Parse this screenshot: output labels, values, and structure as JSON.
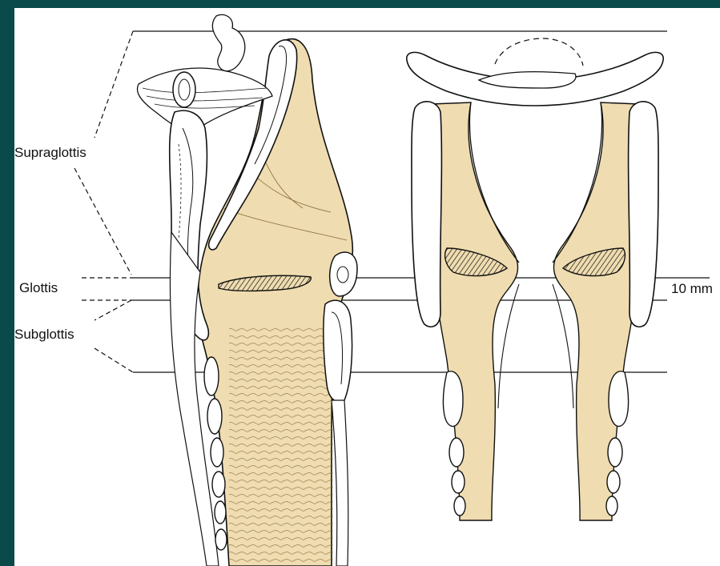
{
  "colors": {
    "frame": "#0a4a4a",
    "tissue": "#efdcb0",
    "line": "#111111",
    "background": "#ffffff"
  },
  "labels": {
    "supraglottis": "Supraglottis",
    "glottis": "Glottis",
    "subglottis": "Subglottis",
    "glottis_height": "10 mm"
  }
}
